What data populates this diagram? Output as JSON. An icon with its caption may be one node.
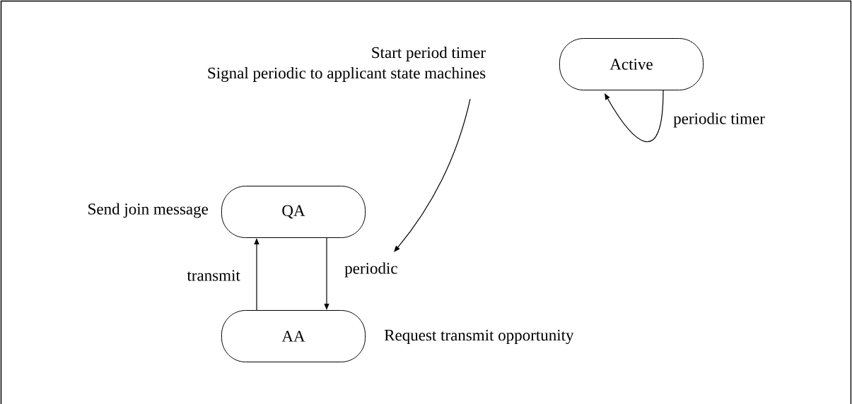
{
  "diagram": {
    "nodes": [
      {
        "text": [
          "Start period timer",
          "Signal periodic to applicant state machines"
        ]
      },
      {
        "text": [
          "Active"
        ]
      },
      {
        "text": [
          "QA"
        ],
        "beside": [
          "Send join message"
        ]
      },
      {
        "text": [
          "AA"
        ],
        "beside": [
          "Request transmit opportunity"
        ]
      }
    ],
    "edges": [
      {
        "from": 1,
        "to": 1,
        "arrow": "to",
        "label": "periodic timer"
      },
      {
        "from": 2,
        "to": 3,
        "arrow": "to",
        "label": "periodic"
      },
      {
        "from": 3,
        "to": 2,
        "arrow": "to",
        "label": "transmit"
      },
      {
        "from": 0,
        "to": null,
        "arrow": "to"
      }
    ]
  }
}
